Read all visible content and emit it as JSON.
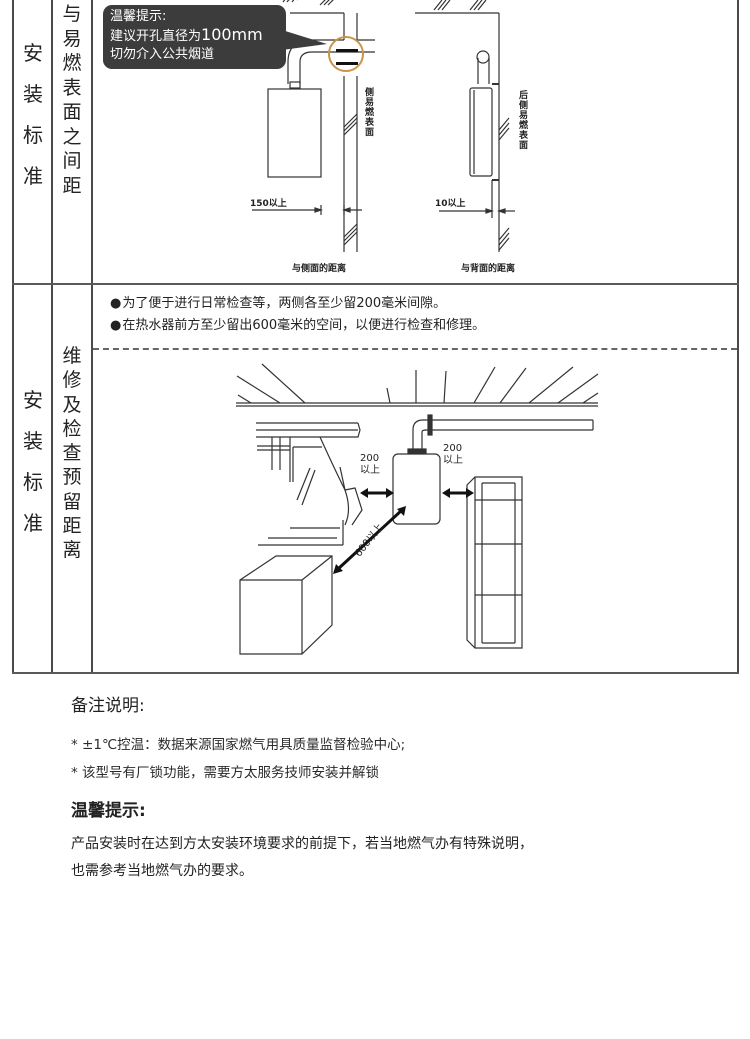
{
  "table": {
    "row1": {
      "category": [
        "安",
        "装",
        "标",
        "准"
      ],
      "subcategory": [
        "与",
        "易",
        "燃",
        "表",
        "面",
        "之",
        "间",
        "距"
      ],
      "callout": {
        "title": "温馨提示:",
        "line1_prefix": "建议开孔直径为",
        "line1_value": "100mm",
        "line2": "切勿介入公共烟道"
      },
      "side_diagram": {
        "vertical_label": "侧易燃表面",
        "dimension": "150以上",
        "caption": "与侧面的距离"
      },
      "back_diagram": {
        "vertical_label": "后侧易燃表面",
        "dimension": "10以上",
        "caption": "与背面的距离"
      }
    },
    "row2": {
      "category": [
        "安",
        "装",
        "标",
        "准"
      ],
      "subcategory": [
        "维",
        "修",
        "及",
        "检",
        "查",
        "预",
        "留",
        "距",
        "离"
      ],
      "bullets": [
        "为了便于进行日常检查等，两侧各至少留200毫米间隙。",
        "在热水器前方至少留出600毫米的空间，以便进行检查和修理。"
      ],
      "diagram": {
        "left_gap": [
          "200",
          "以上"
        ],
        "right_gap": [
          "200",
          "以上"
        ],
        "front_gap": "600以上"
      }
    }
  },
  "notes": {
    "heading": "备注说明:",
    "items": [
      "*  ±1℃控温：数据来源国家燃气用具质量监督检验中心;",
      "* 该型号有厂锁功能，需要方太服务技师安装并解锁"
    ]
  },
  "tips": {
    "heading": "温馨提示:",
    "lines": [
      "产品安装时在达到方太安装环境要求的前提下，若当地燃气办有特殊说明，",
      "也需参考当地燃气办的要求。"
    ]
  },
  "colors": {
    "callout_bg": "#3c3c3c",
    "highlight_ring": "#c8964a"
  }
}
